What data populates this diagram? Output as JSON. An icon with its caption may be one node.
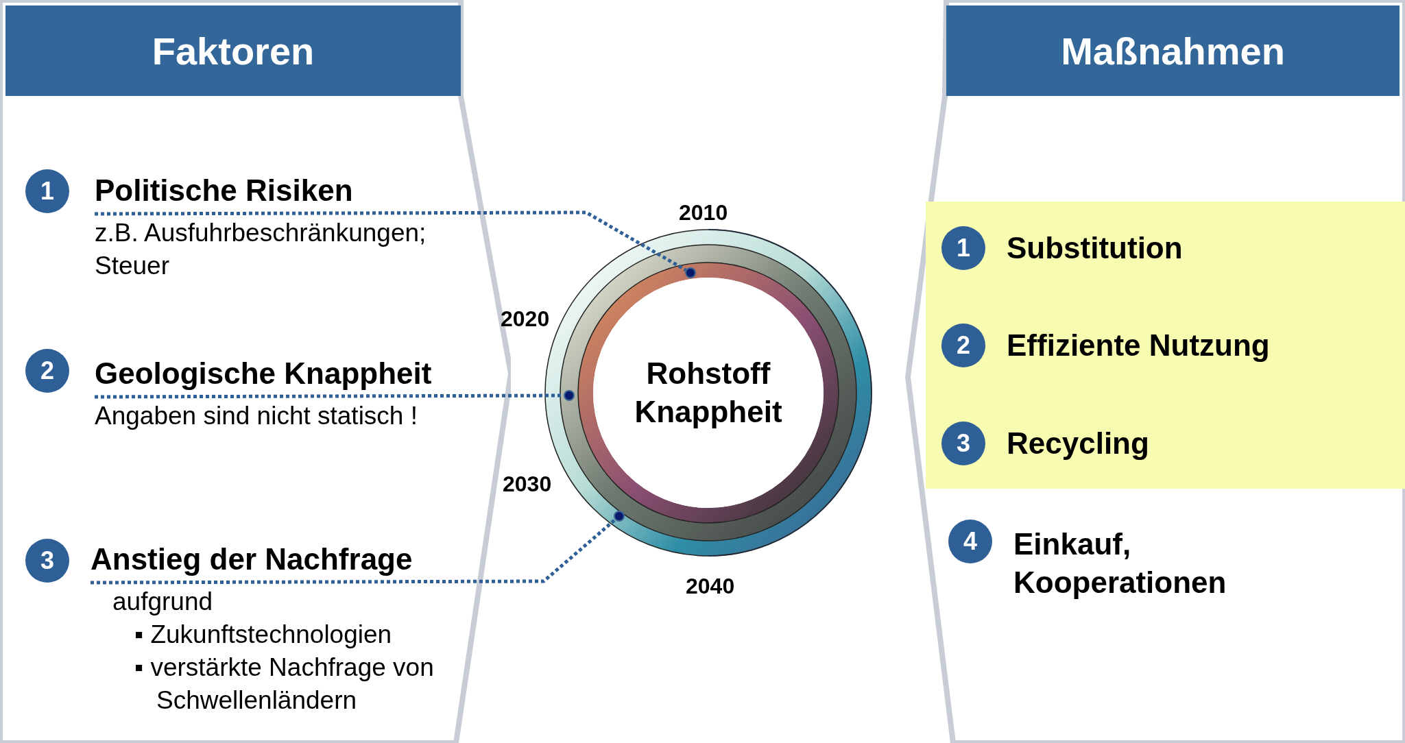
{
  "diagram": {
    "nodes": [
      {
        "text": [
          "Faktoren"
        ]
      },
      {
        "text": [
          "1"
        ],
        "in": 0
      },
      {
        "text": [
          "Politische Risiken",
          "z.B. Ausfuhrbeschränkungen; Steuer"
        ],
        "in": 0
      },
      {
        "text": [
          "2"
        ],
        "in": 0
      },
      {
        "text": [
          "Geologische Knappheit",
          "Angaben sind nicht statisch !"
        ],
        "in": 0
      },
      {
        "text": [
          "3"
        ],
        "in": 0
      },
      {
        "text": [
          "Anstieg der Nachfrage",
          "aufgrund",
          "▪ Zukunftstechnologien",
          "▪ verstärkte Nachfrage von Schwellenländern"
        ],
        "in": 0
      },
      {
        "text": [
          "Rohstoff Knappheit"
        ]
      },
      {
        "text": [],
        "shape": "circle"
      },
      {
        "text": [],
        "shape": "circle"
      },
      {
        "text": [],
        "shape": "circle"
      },
      {
        "text": [
          "Maßnahmen"
        ]
      },
      {
        "text": [],
        "shape": "box",
        "in": 11
      },
      {
        "text": [
          "1"
        ],
        "in": 12
      },
      {
        "text": [
          "Substitution"
        ],
        "in": 12
      },
      {
        "text": [
          "2"
        ],
        "in": 12
      },
      {
        "text": [
          "Effiziente Nutzung"
        ],
        "in": 12
      },
      {
        "text": [
          "3"
        ],
        "in": 12
      },
      {
        "text": [
          "Recycling"
        ],
        "in": 12
      },
      {
        "text": [
          "4"
        ],
        "in": 11
      },
      {
        "text": [
          "Einkauf, Kooperationen"
        ],
        "in": 11
      }
    ],
    "edges": [
      {
        "from": 2,
        "to": 8,
        "arrow": "none",
        "style": "dashed"
      },
      {
        "from": 4,
        "to": 9,
        "arrow": "none",
        "style": "dashed"
      },
      {
        "from": 6,
        "to": 10,
        "arrow": "none",
        "style": "dashed"
      }
    ],
    "labels": [
      "2010",
      "2020",
      "2030",
      "2040"
    ]
  }
}
